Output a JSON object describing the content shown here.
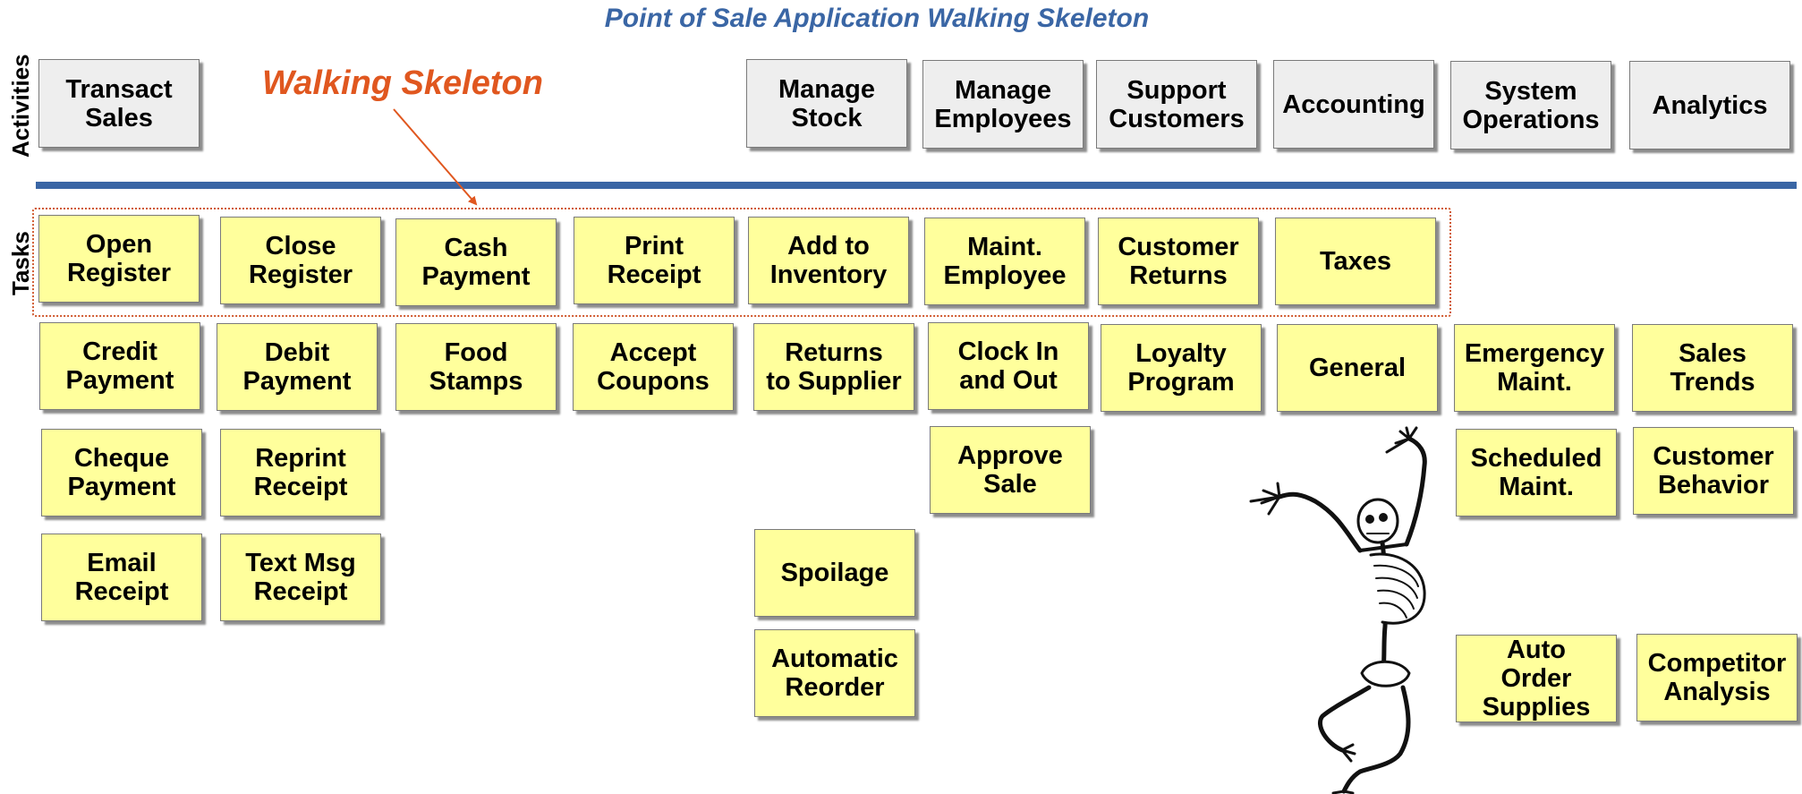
{
  "title": "Point of Sale Application Walking Skeleton",
  "side_labels": {
    "activities": "Activities",
    "tasks": "Tasks"
  },
  "callout": "Walking Skeleton",
  "colors": {
    "accent": "#3a66a5",
    "callout": "#e0571f",
    "task": "#ffff9c",
    "activity": "#eeeeee"
  },
  "image": "skeleton-figure",
  "activities": [
    "Transact\nSales",
    "Manage\nStock",
    "Manage\nEmployees",
    "Support\nCustomers",
    "Accounting",
    "System\nOperations",
    "Analytics"
  ],
  "tasks": {
    "walking_skeleton": [
      "Open\nRegister",
      "Close\nRegister",
      "Cash\nPayment",
      "Print\nReceipt",
      "Add to\nInventory",
      "Maint.\nEmployee",
      "Customer\nReturns",
      "Taxes"
    ],
    "row2": [
      "Credit\nPayment",
      "Debit\nPayment",
      "Food\nStamps",
      "Accept\nCoupons",
      "Returns\nto Supplier",
      "Clock In\nand Out",
      "Loyalty\nProgram",
      "General",
      "Emergency\nMaint.",
      "Sales\nTrends"
    ],
    "row3": [
      "Cheque\nPayment",
      "Reprint\nReceipt",
      "Approve\nSale",
      "Scheduled\nMaint.",
      "Customer\nBehavior"
    ],
    "row4": [
      "Email\nReceipt",
      "Text Msg\nReceipt",
      "Spoilage"
    ],
    "row5": [
      "Automatic\nReorder",
      "Auto\nOrder\nSupplies",
      "Competitor\nAnalysis"
    ]
  }
}
